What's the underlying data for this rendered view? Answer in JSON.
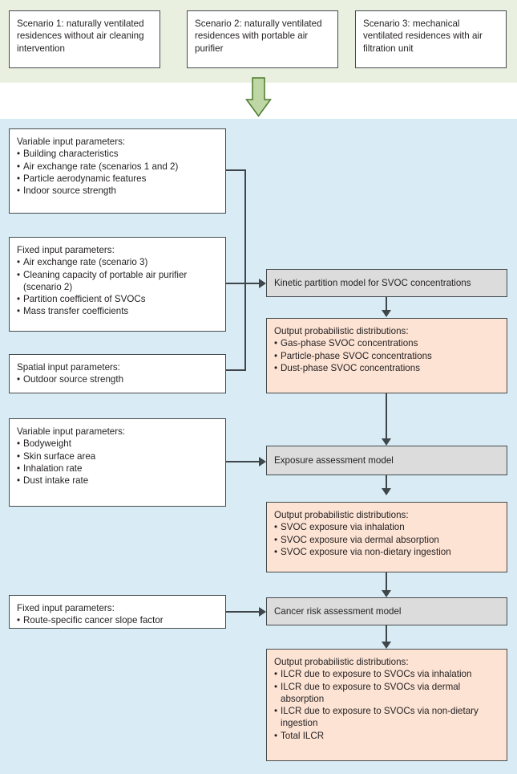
{
  "colors": {
    "band_green": "#e9f0e0",
    "band_blue": "#d9ecf5",
    "box_gray": "#dcdcdc",
    "box_pink": "#fce3d4",
    "stroke": "#444b4e",
    "arrow_green_fill": "#bfd7a4",
    "arrow_green_stroke": "#4a7a2a",
    "text": "#231f20"
  },
  "scenarios": [
    {
      "label": "Scenario 1: naturally ventilated residences without air cleaning intervention"
    },
    {
      "label": "Scenario 2: naturally ventilated residences with portable air purifier"
    },
    {
      "label": "Scenario 3: mechanical ventilated residences with air filtration unit"
    }
  ],
  "flow_arrow": {
    "name": "scenarios-to-model-arrow"
  },
  "inputs": {
    "variable_params_1": {
      "head": "Variable input parameters:",
      "items": [
        "Building characteristics",
        "Air exchange rate (scenarios 1 and 2)",
        "Particle aerodynamic features",
        "Indoor source strength"
      ]
    },
    "fixed_params_1": {
      "head": "Fixed input parameters:",
      "items": [
        "Air exchange rate (scenario 3)",
        "Cleaning capacity of portable air purifier (scenario 2)",
        "Partition coefficient of SVOCs",
        "Mass transfer coefficients"
      ]
    },
    "spatial_params": {
      "head": "Spatial input parameters:",
      "items": [
        "Outdoor source strength"
      ]
    },
    "variable_params_2": {
      "head": "Variable input parameters:",
      "items": [
        "Bodyweight",
        "Skin surface area",
        "Inhalation rate",
        "Dust intake rate"
      ]
    },
    "fixed_params_2": {
      "head": "Fixed input parameters:",
      "items": [
        "Route-specific cancer slope factor"
      ]
    }
  },
  "models": {
    "kinetic": "Kinetic partition model for SVOC concentrations",
    "exposure": "Exposure assessment model",
    "cancer": "Cancer risk assessment model"
  },
  "outputs": {
    "concentrations": {
      "head": "Output probabilistic distributions:",
      "items": [
        "Gas-phase SVOC concentrations",
        "Particle-phase SVOC concentrations",
        "Dust-phase SVOC concentrations"
      ]
    },
    "exposure": {
      "head": "Output probabilistic distributions:",
      "items": [
        "SVOC exposure via inhalation",
        "SVOC exposure via dermal absorption",
        "SVOC exposure via non-dietary ingestion"
      ]
    },
    "risk": {
      "head": "Output probabilistic distributions:",
      "items": [
        "ILCR due to exposure to SVOCs via inhalation",
        "ILCR due to exposure to SVOCs via dermal absorption",
        "ILCR due to exposure to SVOCs via non-dietary ingestion",
        "Total ILCR"
      ]
    }
  }
}
